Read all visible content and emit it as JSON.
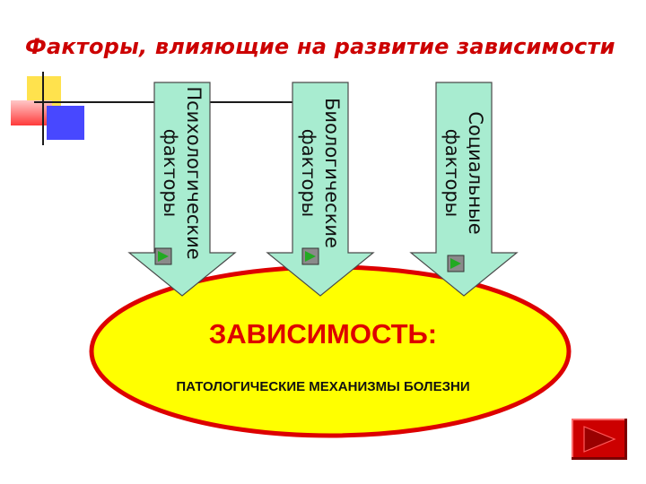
{
  "title": "Факторы, влияющие на развитие зависимости",
  "factors": [
    {
      "line1": "Психологические",
      "line2": "факторы"
    },
    {
      "line1": "Биологические",
      "line2": "факторы"
    },
    {
      "line1": "Социальные",
      "line2": "факторы"
    }
  ],
  "center": {
    "heading": "ЗАВИСИМОСТЬ:",
    "subheading": "ПАТОЛОГИЧЕСКИЕ МЕХАНИЗМЫ БОЛЕЗНИ"
  },
  "colors": {
    "title": "#cc0000",
    "arrow_fill": "#a8ecd0",
    "ellipse_fill": "#ffff00",
    "ellipse_border": "#dd0000",
    "nav_button": "#cc0000"
  },
  "icons": {
    "arrow_marker": "triangle-right-icon",
    "nav_button": "next-slide-icon"
  }
}
